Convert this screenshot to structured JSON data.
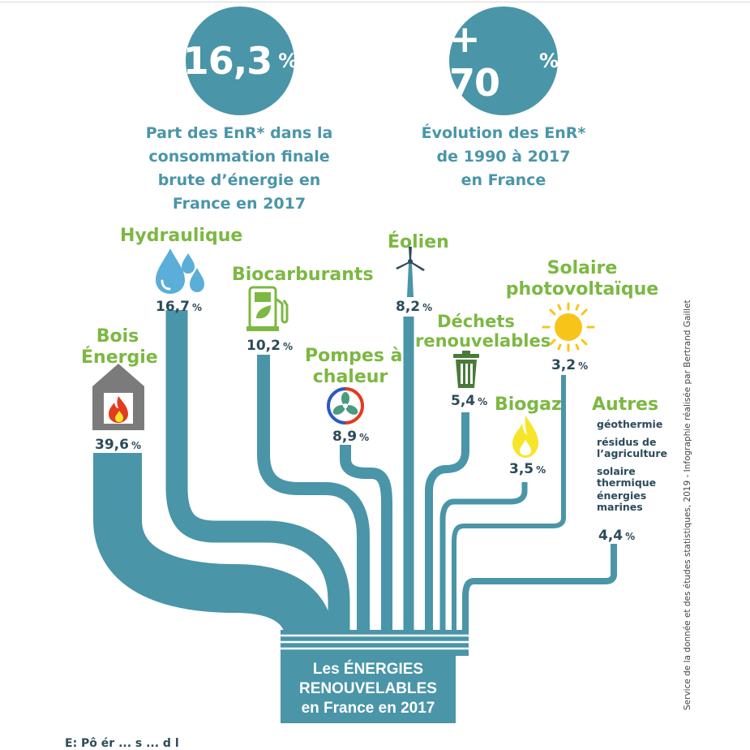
{
  "stats": {
    "share": {
      "value": "16,3",
      "unit": "%",
      "lines": [
        "Part des EnR* dans la",
        "consommation finale",
        "brute d’énergie en",
        "France en 2017"
      ]
    },
    "growth": {
      "value": "+ 70",
      "unit": "%",
      "lines": [
        "Évolution des EnR*",
        "de 1990 à 2017",
        "en France"
      ]
    }
  },
  "sources": [
    {
      "id": "bois",
      "lines": [
        "Bois",
        "Énergie"
      ],
      "value": "39,6",
      "share": 39.6,
      "icon": "fireplace-icon"
    },
    {
      "id": "hydraulique",
      "lines": [
        "Hydraulique"
      ],
      "value": "16,7",
      "share": 16.7,
      "icon": "water-drops-icon"
    },
    {
      "id": "biocarburants",
      "lines": [
        "Biocarburants"
      ],
      "value": "10,2",
      "share": 10.2,
      "icon": "fuel-pump-icon"
    },
    {
      "id": "pompes",
      "lines": [
        "Pompes à",
        "chaleur"
      ],
      "value": "8,9",
      "share": 8.9,
      "icon": "fan-icon"
    },
    {
      "id": "eolien",
      "lines": [
        "Éolien"
      ],
      "value": "8,2",
      "share": 8.2,
      "icon": "wind-turbine-icon"
    },
    {
      "id": "dechets",
      "lines": [
        "Déchets",
        "renouvelables"
      ],
      "value": "5,4",
      "share": 5.4,
      "icon": "trash-bin-icon"
    },
    {
      "id": "biogaz",
      "lines": [
        "Biogaz"
      ],
      "value": "3,5",
      "share": 3.5,
      "icon": "flame-icon"
    },
    {
      "id": "solaire",
      "lines": [
        "Solaire",
        "photovoltaïque"
      ],
      "value": "3,2",
      "share": 3.2,
      "icon": "sun-icon"
    },
    {
      "id": "autres",
      "lines": [
        "Autres"
      ],
      "value": "4,4",
      "share": 4.4,
      "icon": "",
      "details": [
        [
          "géothermie"
        ],
        [
          "résidus de",
          "l’agriculture"
        ],
        [
          "solaire",
          "thermique"
        ],
        [
          "énergies",
          "marines"
        ]
      ]
    }
  ],
  "unit": "%",
  "total_box": {
    "lines": [
      "Les ÉNERGIES",
      "RENOUVELABLES",
      "en France en 2017"
    ]
  },
  "credit": "Service de la donnée et des études statistiques, 2019 - Infographie réalisée par Bertrand Gaillet",
  "footer": "E: Pô ér      ... s        ...  d  l   ",
  "colors": {
    "teal": "#4a95a8",
    "green": "#7cb842",
    "navy": "#2c4a5a",
    "gray": "#7b7b7b",
    "red": "#e23b1f",
    "yellow": "#f7e52a"
  }
}
